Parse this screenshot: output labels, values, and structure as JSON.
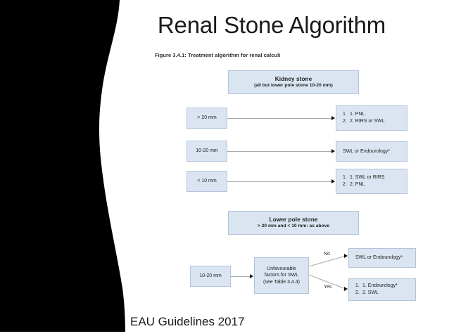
{
  "slide": {
    "title": "Renal Stone Algorithm",
    "footer": "EAU Guidelines 2017",
    "background_color": "#ffffff",
    "accent_shape_color": "#000000"
  },
  "figure": {
    "caption": "Figure 3.4.1: Treatment algorithm for renal calculi",
    "node_fill": "#dbe5f1",
    "node_border": "#b3c4d9",
    "connector_color": "#a9a9a9",
    "upper": {
      "root": {
        "title": "Kidney stone",
        "subtitle": "(all but lower pole stone 10-20 mm)"
      },
      "rows": [
        {
          "size": "> 20 mm",
          "treatment_lines": [
            "1.  PNL",
            "2.  RIRS or SWL"
          ]
        },
        {
          "size": "10-20 mm",
          "treatment_lines": [
            "SWL or Endourology*"
          ]
        },
        {
          "size": "< 10 mm",
          "treatment_lines": [
            "1.  SWL or RIRS",
            "2.  PNL"
          ]
        }
      ]
    },
    "lower": {
      "root": {
        "title": "Lower pole stone",
        "subtitle": "> 20 mm and < 10 mm: as above"
      },
      "size": "10-20 mm",
      "decision_lines": [
        "Unfavourable",
        "factors for SWL",
        "(see Table 3.4.4)"
      ],
      "branches": [
        {
          "label": "No",
          "treatment_lines": [
            "SWL or Endourology*"
          ]
        },
        {
          "label": "Yes",
          "treatment_lines": [
            "1.  Endourology*",
            "2.  SWL"
          ]
        }
      ]
    }
  }
}
